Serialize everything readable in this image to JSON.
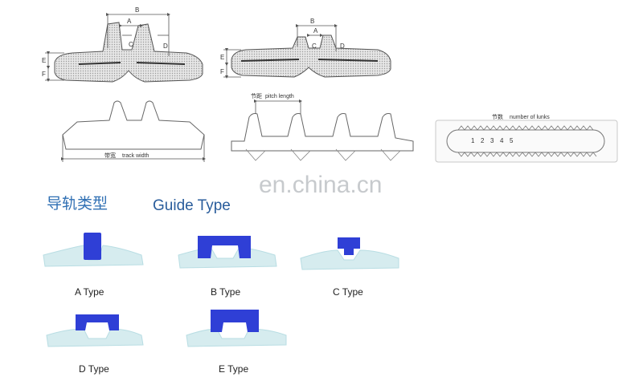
{
  "dimension_labels": {
    "b": "B",
    "a": "A",
    "c": "C",
    "d": "D",
    "e": "E",
    "f": "F"
  },
  "labels": {
    "track_width_cn": "带宽",
    "track_width_en": "track width",
    "pitch_cn": "节距",
    "pitch_en": "pitch length",
    "links_cn": "节数",
    "links_en": "number of lunks",
    "link_numbers": [
      "1",
      "2",
      "3",
      "4",
      "5"
    ]
  },
  "watermark": "en.china.cn",
  "heading": {
    "cn": "导轨类型",
    "en": "Guide Type"
  },
  "guide_types": [
    {
      "label": "A Type"
    },
    {
      "label": "B Type"
    },
    {
      "label": "C Type"
    },
    {
      "label": "D Type"
    },
    {
      "label": "E Type"
    }
  ],
  "colors": {
    "guide_block": "#2f3fd6",
    "track_base": "#d6ecef",
    "track_base_shadow": "#b8dde3"
  }
}
